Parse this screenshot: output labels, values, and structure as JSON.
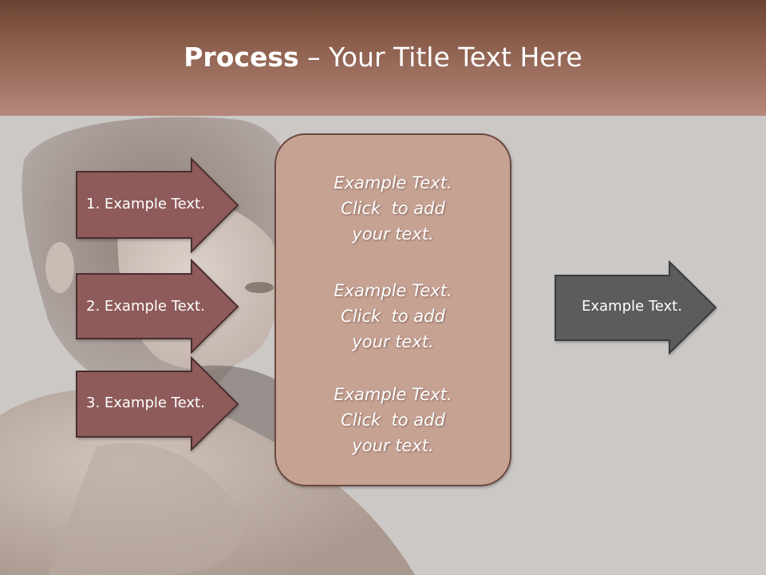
{
  "title": {
    "bold": "Process",
    "rest": " – Your Title Text Here"
  },
  "left_steps": [
    {
      "label": "1. Example Text."
    },
    {
      "label": "2. Example Text."
    },
    {
      "label": "3. Example Text."
    }
  ],
  "center_box": {
    "blocks": [
      {
        "lines": [
          "Example Text.",
          "Click  to add",
          "your text."
        ]
      },
      {
        "lines": [
          "Example Text.",
          "Click  to add",
          "your text."
        ]
      },
      {
        "lines": [
          "Example Text.",
          "Click  to add",
          "your text."
        ]
      }
    ]
  },
  "right_arrow": {
    "label": "Example Text."
  },
  "colors": {
    "header_top": "#6a4232",
    "header_bottom": "#b4877a",
    "step_fill": "#8e5a5a",
    "box_fill": "#c6a293",
    "right_arrow_fill": "#5c5c5c",
    "background": "#cbc8c6"
  },
  "background_image": "faded-portrait-photo"
}
